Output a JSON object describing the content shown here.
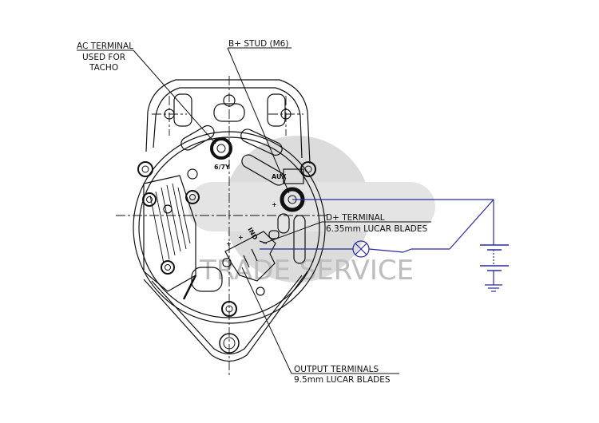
{
  "watermark": "TRADE SERVICE",
  "labels": {
    "ac_terminal": "AC TERMINAL",
    "ac_used_for": "USED FOR",
    "ac_tacho": "TACHO",
    "b_plus_stud": "B+ STUD (M6)",
    "terminal_67y": "6/7Y",
    "aux": "AUX",
    "ind": "IND",
    "d_plus_terminal": "D+ TERMINAL",
    "d_plus_blades": "6.35mm LUCAR BLADES",
    "output_terminals": "OUTPUT TERMINALS",
    "output_blades": "9.5mm LUCAR BLADES",
    "plus_sign": "+"
  },
  "colors": {
    "wiring": "#2a2a9a",
    "watermark": "#d9d9d9",
    "lines": "#111111"
  }
}
